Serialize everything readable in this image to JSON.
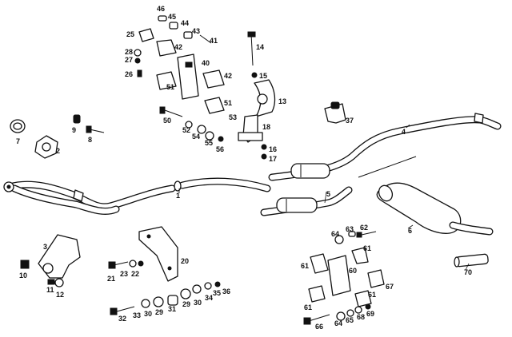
{
  "diagram": {
    "callouts": {
      "p1": "1",
      "p2": "2",
      "p3": "3",
      "p4": "4",
      "p5": "5",
      "p6": "6",
      "p7": "7",
      "p8": "8",
      "p9": "9",
      "p10": "10",
      "p11": "11",
      "p12": "12",
      "p13": "13",
      "p14": "14",
      "p15": "15",
      "p16": "16",
      "p17": "17",
      "p18": "18",
      "p20": "20",
      "p21": "21",
      "p22": "22",
      "p23": "23",
      "p25": "25",
      "p26": "26",
      "p27": "27",
      "p28": "28",
      "p29a": "29",
      "p29b": "29",
      "p30a": "30",
      "p30b": "30",
      "p31": "31",
      "p32": "32",
      "p33": "33",
      "p34": "34",
      "p35": "35",
      "p36": "36",
      "p37": "37",
      "p40": "40",
      "p41": "41",
      "p42a": "42",
      "p42b": "42",
      "p43": "43",
      "p44": "44",
      "p45": "45",
      "p46": "46",
      "p50": "50",
      "p51a": "51",
      "p51b": "51",
      "p52": "52",
      "p53": "53",
      "p54": "54",
      "p55": "55",
      "p56": "56",
      "p60": "60",
      "p61a": "61",
      "p61b": "61",
      "p61c": "61",
      "p61d": "61",
      "p62": "62",
      "p63": "63",
      "p64a": "64",
      "p64b": "64",
      "p65": "65",
      "p66": "66",
      "p67": "67",
      "p68": "68",
      "p69": "69",
      "p70": "70"
    }
  }
}
